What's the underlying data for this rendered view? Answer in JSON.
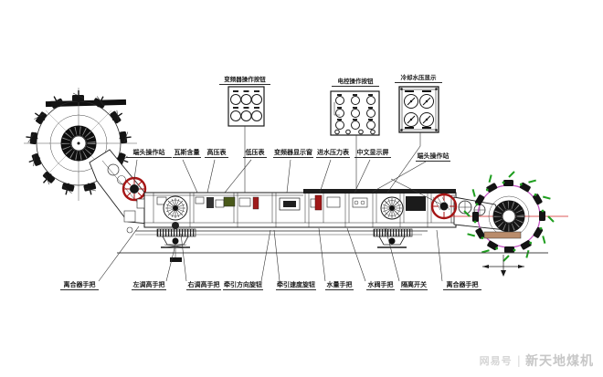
{
  "panels": {
    "vfd": "变频器操作按钮",
    "electric": "电控操作按钮",
    "cooling": "冷却水压显示"
  },
  "instruments": {
    "left_station": "端头操作站",
    "gas": "瓦斯含量",
    "high_pressure": "高压表",
    "low_pressure": "低压表",
    "vfd_window": "变频器显示窗",
    "water_inlet_pressure": "进水压力表",
    "chinese_display": "中文显示屏",
    "right_station": "端头操作站"
  },
  "handles": {
    "clutch_left": "离合器手把",
    "raise_left": "左调高手把",
    "raise_right": "右调高手把",
    "traction_direction": "牵引方向旋钮",
    "traction_speed": "牵引速度旋钮",
    "water_flow": "水量手把",
    "water_valve": "水阀手把",
    "isolation_switch": "隔离开关",
    "clutch_right": "离合器手把"
  },
  "watermark": {
    "platform": "网易号",
    "separator": "|",
    "account": "新天地煤机"
  },
  "colors": {
    "highlight_red": "#a51515",
    "drum_outline_magenta": "#c24fc2",
    "pick_green": "#1f9e1f",
    "centerline_red": "#d22222",
    "support_tan": "#b98c6b"
  }
}
